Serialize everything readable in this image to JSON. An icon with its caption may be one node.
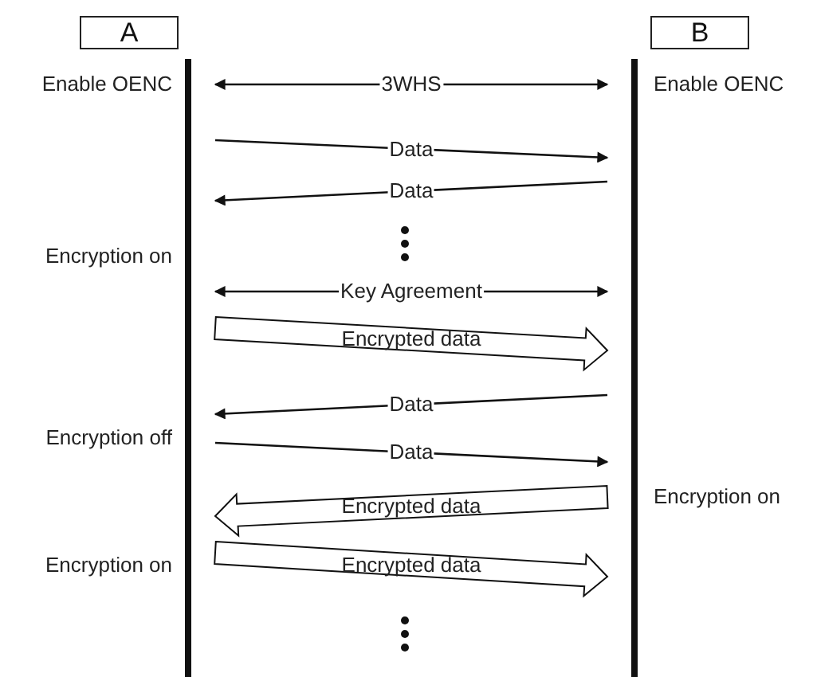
{
  "diagram": {
    "nodes": [
      {
        "text": [
          "A"
        ]
      },
      {
        "text": [
          "B"
        ]
      },
      {
        "text": [],
        "shape": "bar"
      },
      {
        "text": [],
        "shape": "bar"
      }
    ],
    "edges": [
      {
        "from": 2,
        "to": 3,
        "arrow": "both",
        "label": "3WHS"
      },
      {
        "from": 2,
        "to": 3,
        "arrow": "to",
        "label": "Data"
      },
      {
        "from": 3,
        "to": 2,
        "arrow": "to",
        "label": "Data"
      },
      {
        "from": 2,
        "to": 3,
        "arrow": "both",
        "label": "Key Agreement"
      },
      {
        "from": 2,
        "to": 3,
        "arrow": "to",
        "label": "Encrypted data",
        "style": "thick"
      },
      {
        "from": 3,
        "to": 2,
        "arrow": "to",
        "label": "Data"
      },
      {
        "from": 2,
        "to": 3,
        "arrow": "to",
        "label": "Data"
      },
      {
        "from": 3,
        "to": 2,
        "arrow": "to",
        "label": "Encrypted data",
        "style": "thick"
      },
      {
        "from": 2,
        "to": 3,
        "arrow": "to",
        "label": "Encrypted data",
        "style": "thick"
      }
    ],
    "labels": [
      "Enable OENC",
      "Enable OENC",
      "Encryption on",
      "Encryption off",
      "Encryption on",
      "Encryption on"
    ]
  }
}
